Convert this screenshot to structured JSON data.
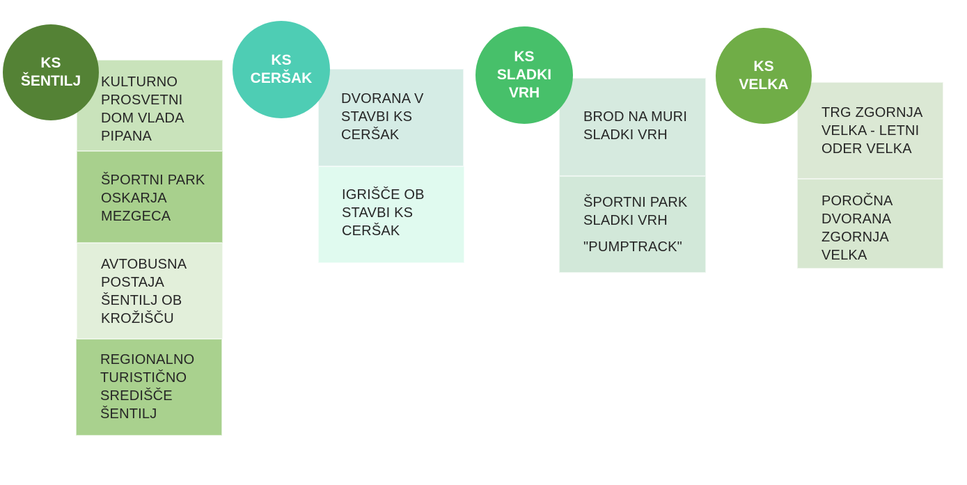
{
  "groups": [
    {
      "title_lines": [
        "KS",
        "ŠENTILJ"
      ],
      "color": "#548235",
      "items": [
        {
          "text": "KULTURNO PROSVETNI DOM VLADA PIPANA",
          "fill": "#c9e3bb"
        },
        {
          "text": "ŠPORTNI PARK OSKARJA MEZGECA",
          "fill": "#a8d08d"
        },
        {
          "text": "AVTOBUSNA POSTAJA ŠENTILJ OB KROŽIŠČU",
          "fill": "#e2efda"
        },
        {
          "text": "REGIONALNO TURISTIČNO SREDIŠČE ŠENTILJ",
          "fill": "#a9d18e"
        }
      ]
    },
    {
      "title_lines": [
        "KS",
        "CERŠAK"
      ],
      "color": "#4ecdb4",
      "items": [
        {
          "text": "DVORANA V STAVBI KS CERŠAK",
          "fill": "#d5ece5"
        },
        {
          "text": "IGRIŠČE OB STAVBI KS CERŠAK",
          "fill": "#e0faef"
        }
      ]
    },
    {
      "title_lines": [
        "KS",
        "SLADKI",
        "VRH"
      ],
      "color": "#47c06a",
      "items": [
        {
          "text": "BROD NA MURI SLADKI VRH",
          "fill": "#d6eadf"
        },
        {
          "text": "ŠPORTNI PARK SLADKI VRH",
          "text2": "\"PUMPTRACK\"",
          "fill": "#d2e8d9"
        }
      ]
    },
    {
      "title_lines": [
        "KS",
        "VELKA"
      ],
      "color": "#70ad47",
      "items": [
        {
          "text": "TRG ZGORNJA VELKA  - LETNI ODER VELKA",
          "fill": "#dbe8d4"
        },
        {
          "text": "POROČNA DVORANA ZGORNJA VELKA",
          "fill": "#d7e7d0"
        }
      ]
    }
  ]
}
